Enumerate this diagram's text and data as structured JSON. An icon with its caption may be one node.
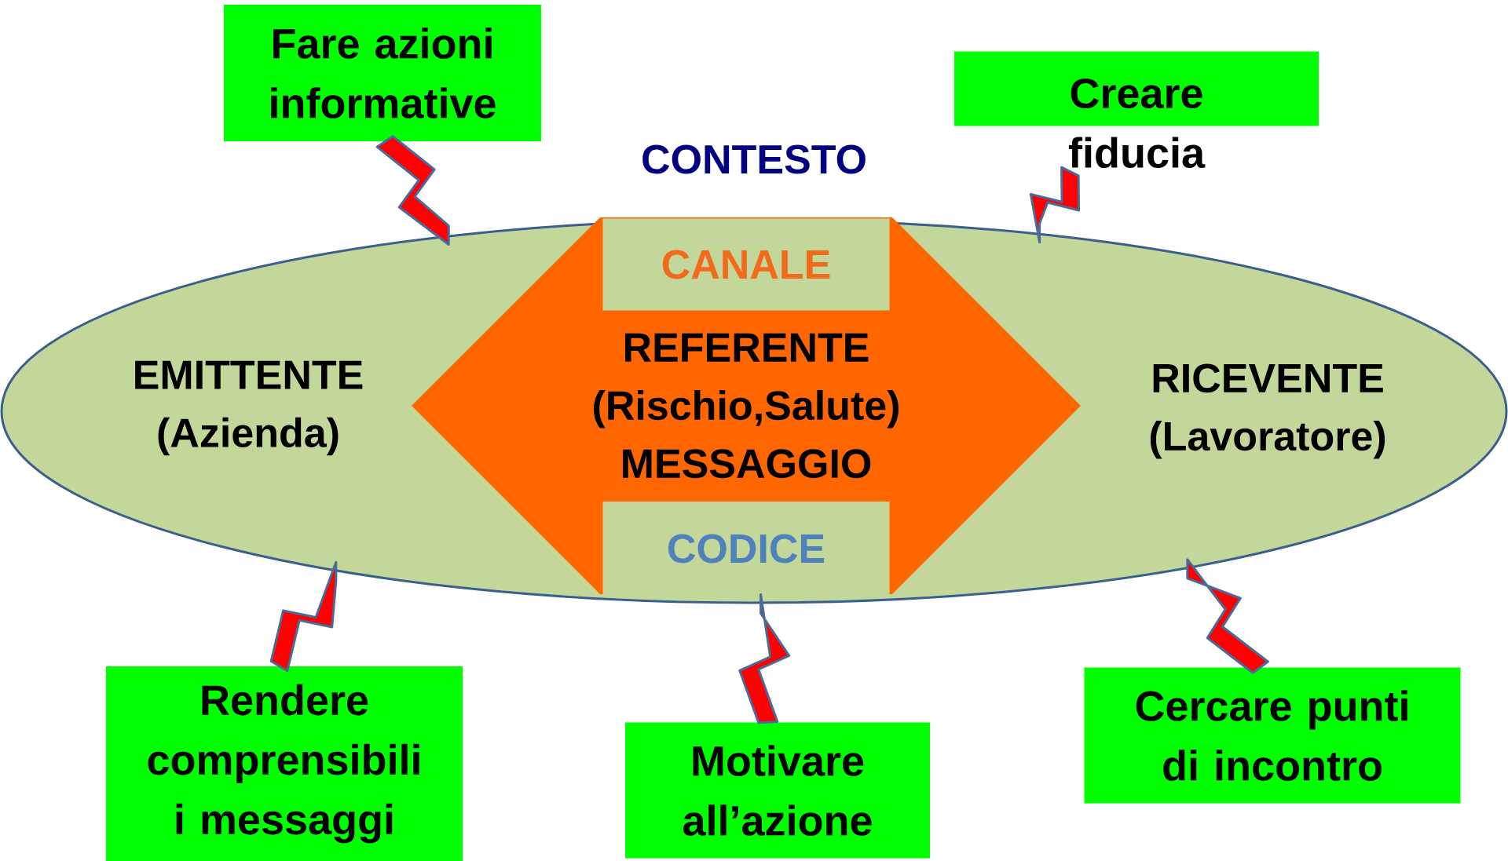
{
  "diagram": {
    "nodes": [
      {
        "text": [
          "CONTESTO",
          "EMITTENTE (Azienda)",
          "RICEVENTE (Lavoratore)"
        ]
      },
      {
        "text": [
          "REFERENTE (Rischio,Salute) MESSAGGIO"
        ],
        "in": 0
      },
      {
        "text": [
          "CANALE"
        ],
        "in": 1
      },
      {
        "text": [
          "CODICE"
        ],
        "in": 1
      },
      {
        "text": [
          "Fare azioni informative"
        ]
      },
      {
        "text": [
          "Creare fiducia"
        ]
      },
      {
        "text": [
          "Rendere comprensibili i messaggi"
        ]
      },
      {
        "text": [
          "Motivare all’azione"
        ]
      },
      {
        "text": [
          "Cercare punti di incontro"
        ]
      }
    ],
    "edges": [
      {
        "from": 4,
        "to": 0,
        "arrow": "none"
      },
      {
        "from": 5,
        "to": 0,
        "arrow": "none"
      },
      {
        "from": 6,
        "to": 0,
        "arrow": "none"
      },
      {
        "from": 7,
        "to": 0,
        "arrow": "none"
      },
      {
        "from": 8,
        "to": 0,
        "arrow": "none"
      }
    ]
  }
}
